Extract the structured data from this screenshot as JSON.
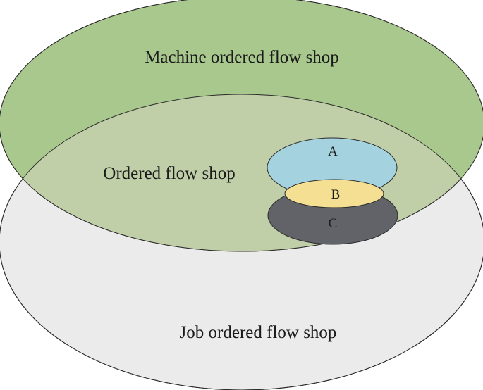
{
  "diagram": {
    "sets": {
      "machine": {
        "label": "Machine ordered flow shop",
        "fill": "#a9c88e"
      },
      "job": {
        "label": "Job ordered flow shop",
        "fill": "#ebebeb"
      },
      "ordered": {
        "label": "Ordered flow shop",
        "fill": "#c0cfa8"
      },
      "a": {
        "label": "A",
        "fill": "#a4d3df"
      },
      "b": {
        "label": "B",
        "fill": "#f4df92"
      },
      "c": {
        "label": "C",
        "fill": "#626368"
      }
    },
    "stroke": "#2b2b2b"
  }
}
